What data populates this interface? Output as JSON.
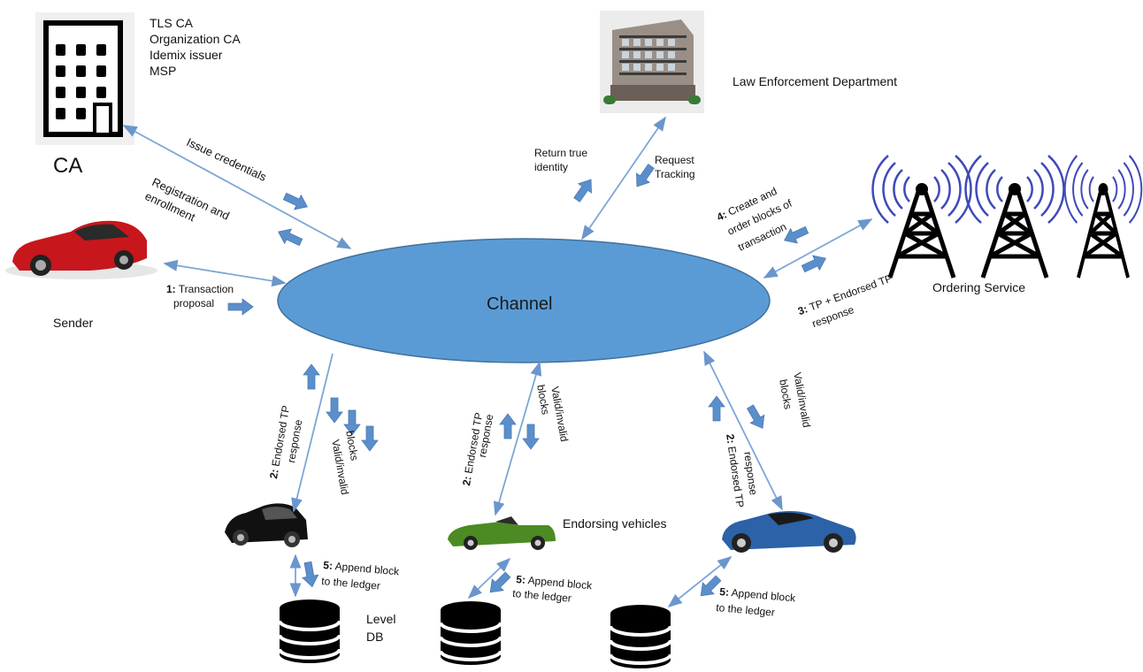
{
  "ca": {
    "title": "CA",
    "roles": [
      "TLS CA",
      "Organization CA",
      "Idemix issuer",
      "MSP"
    ]
  },
  "law_enforcement": {
    "label": "Law Enforcement Department"
  },
  "channel": {
    "label": "Channel"
  },
  "sender": {
    "label": "Sender"
  },
  "ordering": {
    "label": "Ordering Service"
  },
  "endorsing": {
    "label": "Endorsing vehicles"
  },
  "leveldb": {
    "line1": "Level",
    "line2": "DB"
  },
  "flows": {
    "issue_credentials": "Issue credentials",
    "registration_1": "Registration and",
    "registration_2": "enrollment",
    "return_identity_1": "Return true",
    "return_identity_2": "identity",
    "request_tracking_1": "Request",
    "request_tracking_2": "Tracking",
    "step1_num": "1:",
    "step1_a": "Transaction",
    "step1_b": "proposal",
    "step4_num": "4:",
    "step4_a": "Create and",
    "step4_b": "order blocks of",
    "step4_c": "transaction",
    "step3_num": "3:",
    "step3_a": "TP + Endorsed TP",
    "step3_b": "response",
    "step2_num": "2:",
    "endorsed_tp": "Endorsed TP",
    "response": "response",
    "valid_invalid": "Valid/invalid",
    "blocks": "blocks",
    "step5_num": "5:",
    "append_block": "Append block",
    "to_ledger": "to the ledger"
  },
  "colors": {
    "channel_fill": "#5b9bd5",
    "arrow": "#6f9fd8",
    "thin_line": "#7ea6d6",
    "antenna_wave": "#3f49b8"
  }
}
